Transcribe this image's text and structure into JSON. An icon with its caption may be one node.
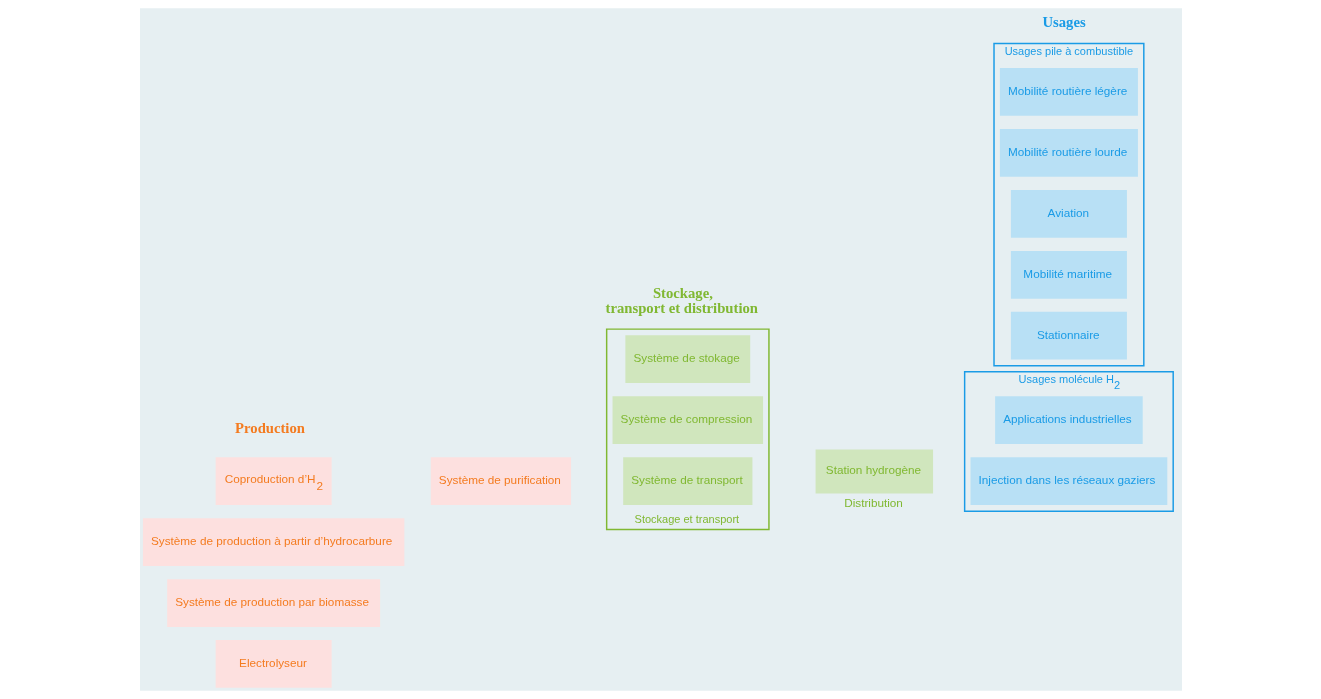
{
  "diagram": {
    "nodes": [
      {
        "text": [
          "Electrolyseur"
        ]
      },
      {
        "text": [
          "Système de production par biomasse"
        ]
      },
      {
        "text": [
          "Système de production à partir d’hydrocarbure"
        ]
      },
      {
        "text": [
          "Coproduction d’H$_{2}$"
        ]
      },
      {
        "text": [
          "Système de purification"
        ]
      },
      {
        "text": [
          "Stockage et transport"
        ]
      },
      {
        "text": [
          "Système de stokage"
        ],
        "in": 5
      },
      {
        "text": [
          "Système de compression"
        ],
        "in": 5
      },
      {
        "text": [
          "Système de transport"
        ],
        "in": 5
      },
      {
        "text": [
          "Station hydrogène"
        ],
        "beside": [
          "Distribution"
        ]
      },
      {
        "text": [
          "Usages pile à combustible"
        ]
      },
      {
        "text": [
          "Mobilité routière légère"
        ],
        "in": 10
      },
      {
        "text": [
          "Mobilité routière lourde"
        ],
        "in": 10
      },
      {
        "text": [
          "Aviation"
        ],
        "in": 10
      },
      {
        "text": [
          "Mobilité maritime"
        ],
        "in": 10
      },
      {
        "text": [
          "Stationnaire"
        ],
        "in": 10
      },
      {
        "text": [
          "Usages molécule H$_{2}$"
        ]
      },
      {
        "text": [
          "Applications industrielles"
        ],
        "in": 16
      },
      {
        "text": [
          "Injection dans les réseaux gaziers"
        ],
        "in": 16
      }
    ],
    "labels": [
      "Production",
      "Stockage, transport et distribution",
      "Usages"
    ]
  }
}
